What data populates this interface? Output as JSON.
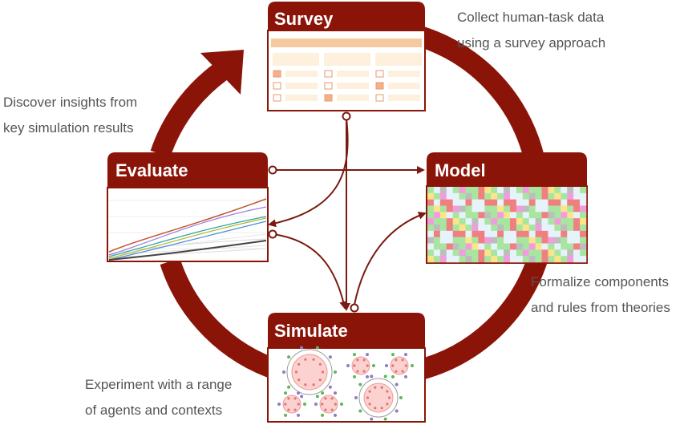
{
  "colors": {
    "accent": "#8b1408",
    "accent_line": "#7a1a10",
    "caption_text": "#555555",
    "survey_fill": "#fdf0dc",
    "survey_bar": "#f7c99e",
    "model_green": "#a8e6a0",
    "model_pink": "#f29ce0",
    "model_red": "#f07f7f",
    "model_gray": "#bdbdbd",
    "model_yellow": "#fbe58a",
    "model_light": "#e6f3fb"
  },
  "stages": {
    "survey": {
      "title": "Survey",
      "icon": "survey-table-thumbnail"
    },
    "model": {
      "title": "Model",
      "icon": "model-matrix-thumbnail"
    },
    "simulate": {
      "title": "Simulate",
      "icon": "agent-network-thumbnail"
    },
    "evaluate": {
      "title": "Evaluate",
      "icon": "line-chart-thumbnail"
    }
  },
  "captions": {
    "survey": [
      "Collect human-task data",
      "using a survey approach"
    ],
    "model": [
      "Formalize components",
      "and rules from theories"
    ],
    "simulate": [
      "Experiment with a range",
      "of agents and contexts"
    ],
    "evaluate": [
      "Discover insights from",
      "key simulation results"
    ]
  }
}
